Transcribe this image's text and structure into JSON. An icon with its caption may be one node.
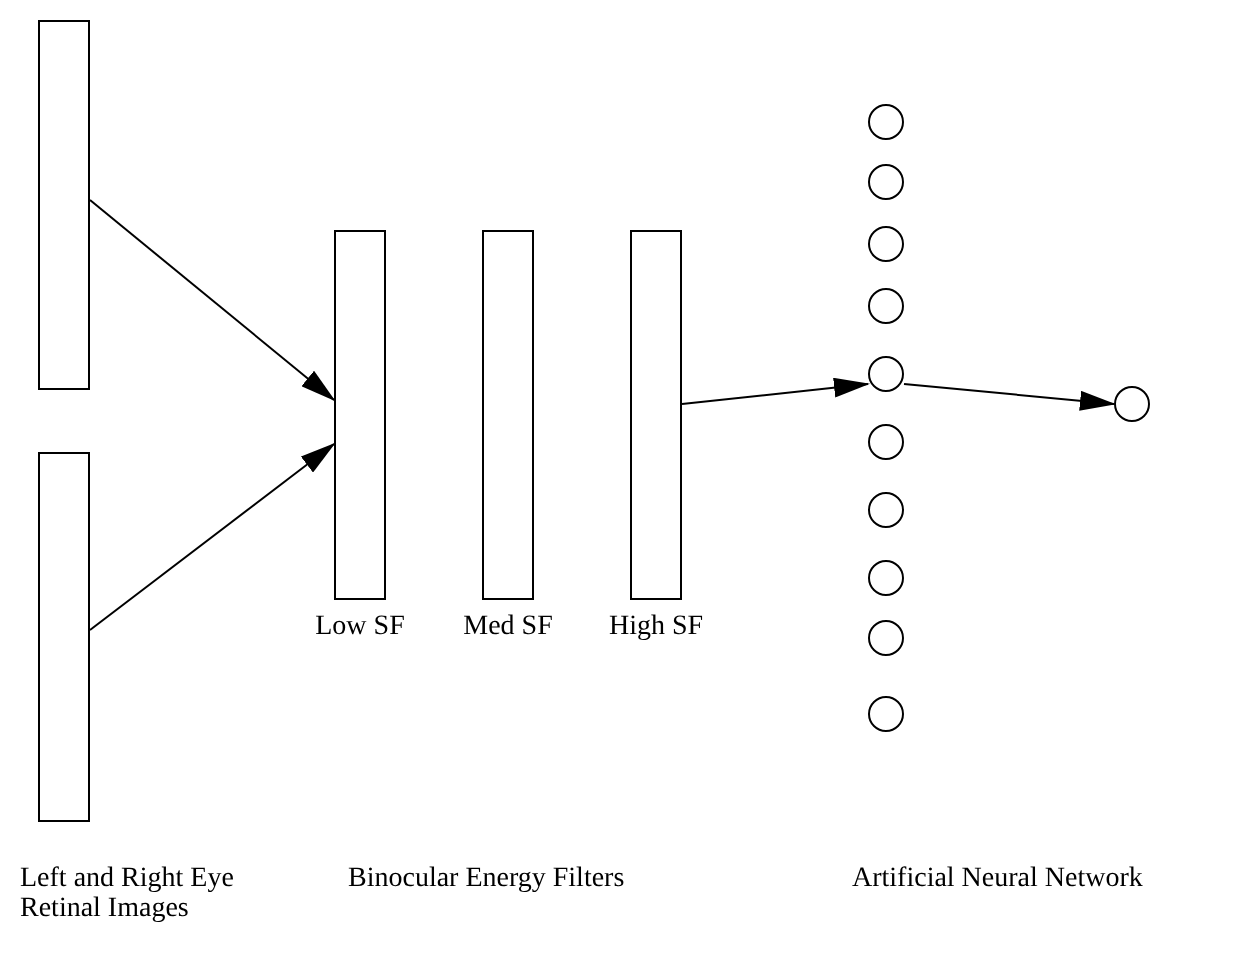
{
  "diagram": {
    "nodes": [
      {
        "text": [],
        "shape": "bar"
      },
      {
        "text": [],
        "shape": "bar"
      },
      {
        "text": [],
        "shape": "bar",
        "beside": [
          "Low SF"
        ]
      },
      {
        "text": [],
        "shape": "bar",
        "beside": [
          "Med SF"
        ]
      },
      {
        "text": [],
        "shape": "bar",
        "beside": [
          "High SF"
        ]
      },
      {
        "text": [],
        "shape": "circle"
      },
      {
        "text": [],
        "shape": "circle"
      },
      {
        "text": [],
        "shape": "circle"
      },
      {
        "text": [],
        "shape": "circle"
      },
      {
        "text": [],
        "shape": "circle"
      },
      {
        "text": [],
        "shape": "circle"
      },
      {
        "text": [],
        "shape": "circle"
      },
      {
        "text": [],
        "shape": "circle"
      },
      {
        "text": [],
        "shape": "circle"
      },
      {
        "text": [],
        "shape": "circle"
      },
      {
        "text": [],
        "shape": "circle"
      }
    ],
    "edges": [
      {
        "from": 0,
        "to": 2,
        "arrow": "to"
      },
      {
        "from": 1,
        "to": 2,
        "arrow": "to"
      },
      {
        "from": 4,
        "to": 9,
        "arrow": "to"
      },
      {
        "from": 9,
        "to": 15,
        "arrow": "to"
      }
    ],
    "labels": [
      "Left and Right Eye Retinal Images",
      "Binocular Energy Filters",
      "Artificial Neural Network"
    ]
  }
}
